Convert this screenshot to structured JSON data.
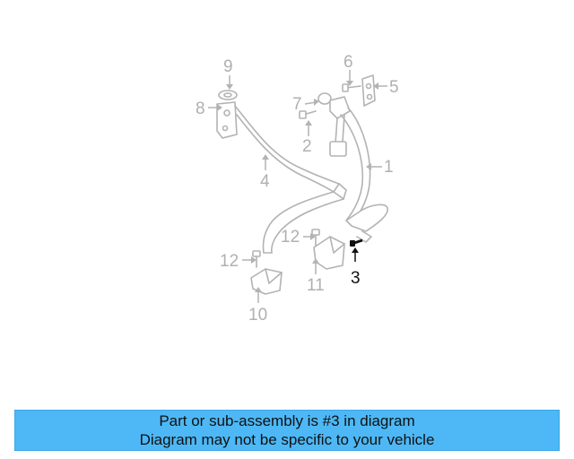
{
  "diagram": {
    "highlight_color": "#111111",
    "part_color": "#b3b3b3",
    "callouts": {
      "c1": "1",
      "c2": "2",
      "c3": "3",
      "c4": "4",
      "c5": "5",
      "c6": "6",
      "c7": "7",
      "c8": "8",
      "c9": "9",
      "c10": "10",
      "c11": "11",
      "c12a": "12",
      "c12b": "12"
    },
    "highlighted_callout": "3"
  },
  "banner": {
    "line1": "Part or sub-assembly is #3 in diagram",
    "line2": "Diagram may not be specific to your vehicle",
    "background": "#4db8f5"
  }
}
